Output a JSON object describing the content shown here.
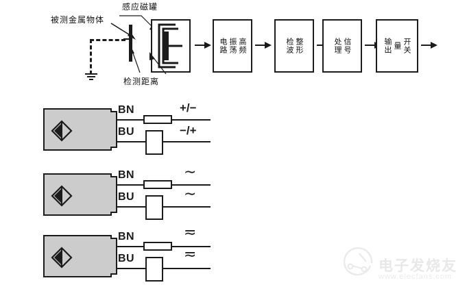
{
  "principle_diagram": {
    "labels": {
      "target_object": "被测金属物体",
      "induction_field": "感应磁罐",
      "detection_distance": "检测距离"
    },
    "icons": {
      "target_arrow": "arrow-down-right-icon",
      "field_arrow": "arrow-down-left-icon",
      "distance_arrow_left": "arrow-up-icon",
      "distance_arrow_right": "arrow-up-left-icon",
      "ground": "ground-symbol-icon",
      "coil": "induction-coil-icon",
      "metal_plate": "metal-target-plate-icon",
      "signal_arrow": "arrow-right-icon"
    },
    "flow_boxes": [
      {
        "id": "oscillator",
        "text_col1": "高频",
        "text_col2": "振荡",
        "text_col3": "电路",
        "lines": [
          "高频",
          "振荡",
          "电路"
        ]
      },
      {
        "id": "detector",
        "text_col1": "整形",
        "text_col2": "检波",
        "lines": [
          "整形",
          "检波"
        ]
      },
      {
        "id": "signal-processing",
        "text_col1": "信号",
        "text_col2": "处理",
        "lines": [
          "信号",
          "处理"
        ]
      },
      {
        "id": "switch-output",
        "text_col1": "开关量",
        "text_col2": "输出",
        "lines": [
          "开关量",
          "输出"
        ]
      }
    ]
  },
  "wiring_diagrams": [
    {
      "id": "dc-wiring",
      "wire_top_label": "BN",
      "wire_bottom_label": "BU",
      "supply_top_label": "+/−",
      "supply_bottom_label": "−/+",
      "supply_type": "dc",
      "sensor_icon": "proximity-sensor-icon",
      "top_component": "resistor-horizontal",
      "bottom_component": "load-vertical"
    },
    {
      "id": "ac-wiring",
      "wire_top_label": "BN",
      "wire_bottom_label": "BU",
      "supply_top_label": "∼",
      "supply_bottom_label": "∼",
      "supply_type": "ac",
      "sensor_icon": "proximity-sensor-icon",
      "top_component": "resistor-horizontal",
      "bottom_component": "load-vertical"
    },
    {
      "id": "universal-wiring",
      "wire_top_label": "BN",
      "wire_bottom_label": "BU",
      "supply_top_label": "≂",
      "supply_bottom_label": "≂",
      "supply_type": "ac-dc",
      "sensor_icon": "proximity-sensor-icon",
      "top_component": "resistor-horizontal",
      "bottom_component": "load-vertical"
    }
  ],
  "watermark": {
    "brand": "电子发烧友",
    "url": "www.elecfans.com",
    "logo_icon": "elecfans-logo-icon"
  },
  "colors": {
    "line": "#1b1b1b",
    "sensor_fill": "#cccccc",
    "background": "#ffffff",
    "watermark": "#9a9a9a"
  }
}
